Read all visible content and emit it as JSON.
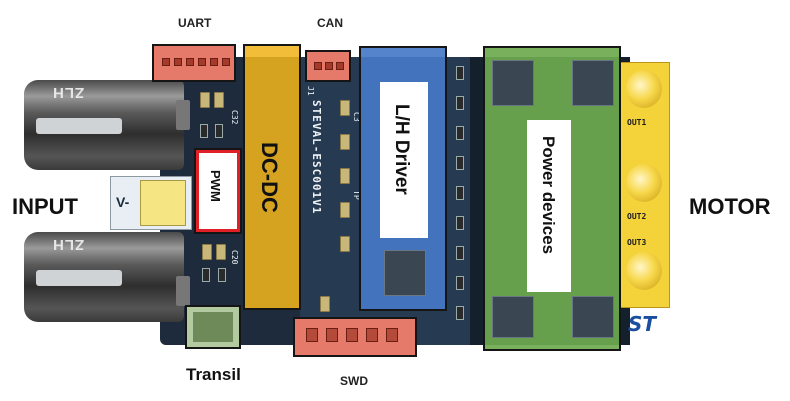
{
  "labels": {
    "input": "INPUT",
    "motor": "MOTOR",
    "uart": "UART",
    "can": "CAN",
    "pwm": "PWM",
    "dcdc": "DC-DC",
    "lh_driver": "L/H Driver",
    "power_devices": "Power devices",
    "transil": "Transil",
    "swd": "SWD"
  },
  "silkscreen": {
    "board_name": "STEVAL-ESC001V1",
    "cap_left_top": "ZLH",
    "cap_left_bottom": "ZLH",
    "v_minus": "V-",
    "out1": "OUT1",
    "out2": "OUT2",
    "out3": "OUT3",
    "st_logo": "ST",
    "c32": "C32",
    "c20": "C20",
    "j1": "J1",
    "c3": "C3",
    "tp": "TP"
  },
  "colors": {
    "uart_can_swd": "#e57a6a",
    "pwm_border": "#e02026",
    "dcdc": "#f0b41e",
    "lh_driver": "#4678c8",
    "power_devices": "#6eaa50",
    "transil": "#b3caa0"
  }
}
